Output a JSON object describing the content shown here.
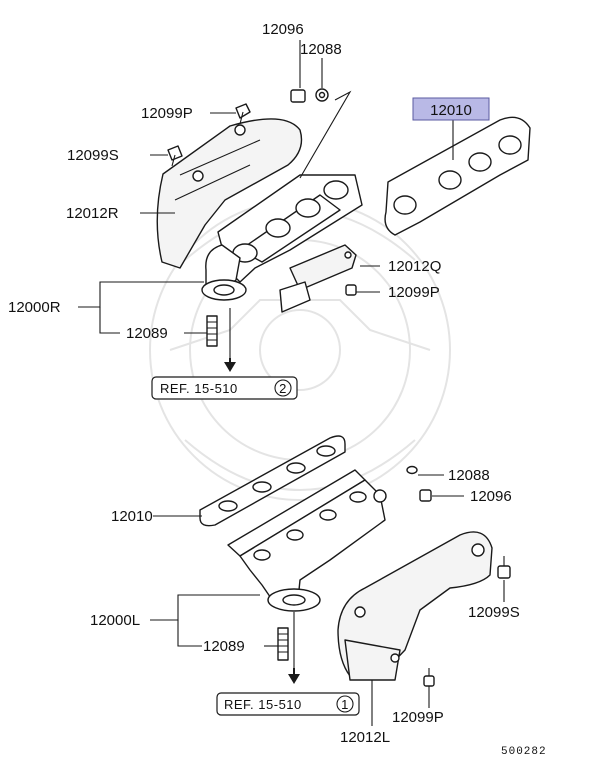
{
  "diagram_id": "500282",
  "colors": {
    "highlight_fill": "#b9b9e6",
    "highlight_border": "#5a5aa0",
    "line": "#1a1a1a",
    "watermark": "#e4e4e4"
  },
  "labels": {
    "upper_nut": "12096",
    "upper_washer": "12088",
    "upper_bolt_p": "12099P",
    "upper_bolt_s": "12099S",
    "upper_gasket_highlighted": "12010",
    "heat_shield_r": "12012R",
    "heat_shield_q": "12012Q",
    "bracket_bolt_p": "12099P",
    "manifold_r": "12000R",
    "upper_stud": "12089",
    "lower_gasket": "12010",
    "lower_washer": "12088",
    "lower_nut": "12096",
    "manifold_l": "12000L",
    "lower_stud": "12089",
    "lower_bolt_s": "12099S",
    "lower_bolt_p": "12099P",
    "heat_shield_l": "12012L"
  },
  "refs": {
    "upper": {
      "text": "REF. 15-510",
      "circle": "2"
    },
    "lower": {
      "text": "REF. 15-510",
      "circle": "1"
    }
  }
}
